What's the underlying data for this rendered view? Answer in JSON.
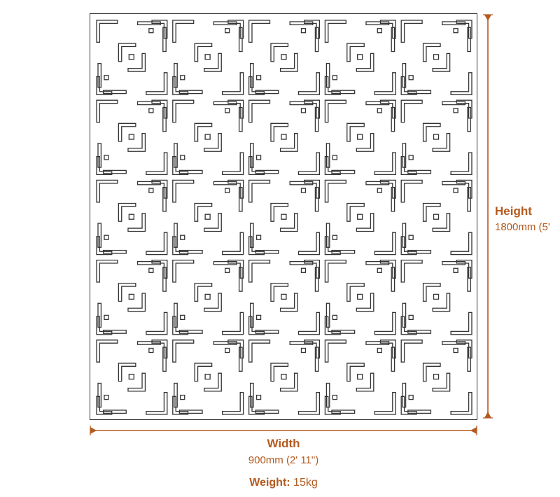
{
  "colors": {
    "accent": "#b35a1f",
    "panel_stroke": "#333333",
    "dimension_line": "#b35a1f"
  },
  "panel": {
    "pattern": "labyrinth-cutout",
    "motif": "interlocking-l-and-bar-slots"
  },
  "height": {
    "label": "Height",
    "value": "1800mm (5'"
  },
  "width": {
    "label": "Width",
    "value": "900mm (2' 11\")"
  },
  "weight": {
    "label": "Weight:",
    "value": "15kg"
  }
}
